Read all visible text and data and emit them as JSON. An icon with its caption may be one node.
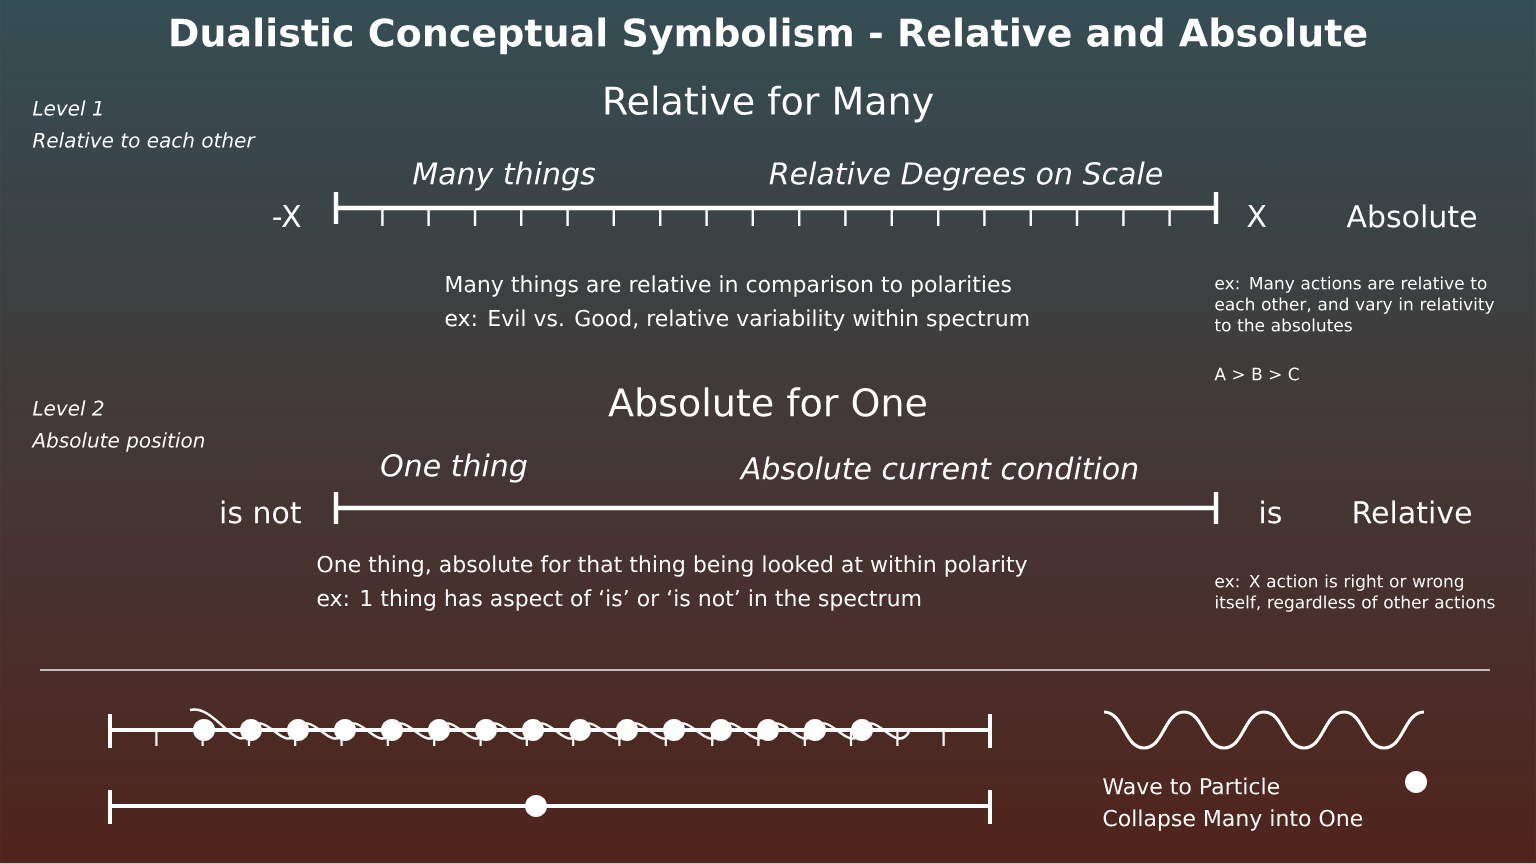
{
  "diagram": {
    "title": "Dualistic Conceptual Symbolism - Relative and Absolute",
    "labels": [
      "Level 1",
      "Relative to each other",
      "Relative for Many",
      "Many things",
      "Relative Degrees on Scale",
      "-X",
      "X",
      "Absolute",
      "Many things are relative in comparison to polarities",
      "ex: Evil vs. Good, relative variability within spectrum",
      "ex: Many actions are relative to each other, and vary in relativity to the absolutes",
      "A > B > C",
      "Level 2",
      "Absolute position",
      "Absolute for One",
      "One thing",
      "Absolute current condition",
      "is not",
      "is",
      "Relative",
      "One thing, absolute for that thing being looked at within polarity",
      "ex: 1 thing has aspect of ‘is’ or ‘is not’ in the spectrum",
      "ex: X action is right or wrong itself, regardless of other actions",
      "Wave to Particle",
      "Collapse Many into One"
    ]
  }
}
